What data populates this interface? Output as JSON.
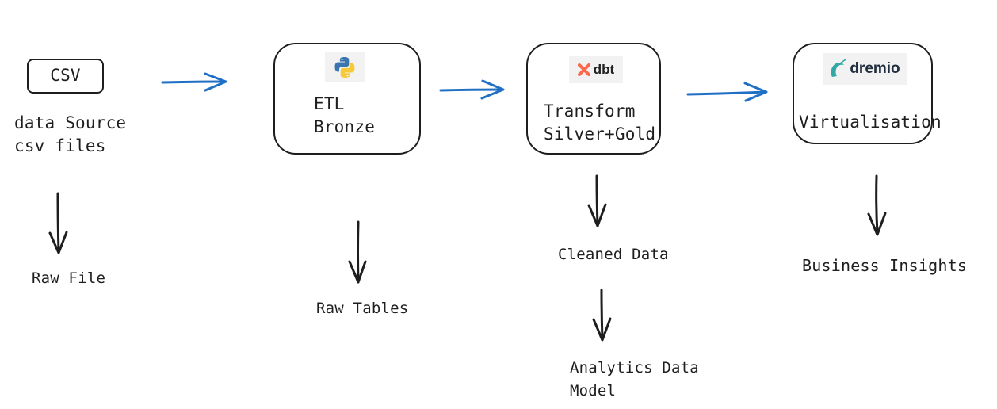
{
  "nodes": {
    "csv": {
      "label": "CSV",
      "caption": [
        "data Source",
        "csv files"
      ],
      "below": "Raw File"
    },
    "etl": {
      "lines": [
        "ETL",
        "Bronze"
      ],
      "icon": "python-logo-icon",
      "below": "Raw Tables"
    },
    "dbt": {
      "logo_text": "dbt",
      "lines": [
        "Transform",
        "Silver+Gold"
      ],
      "below": [
        "Cleaned Data",
        "Analytics Data",
        "Model"
      ]
    },
    "dremio": {
      "logo_text": "dremio",
      "lines": [
        "Virtualisation"
      ],
      "below": "Business Insights"
    }
  },
  "colors": {
    "flow_arrow": "#1f6fc4",
    "down_arrow": "#1e1e1e",
    "dbt_orange": "#ff694b",
    "dremio_teal": "#31a8a5"
  }
}
